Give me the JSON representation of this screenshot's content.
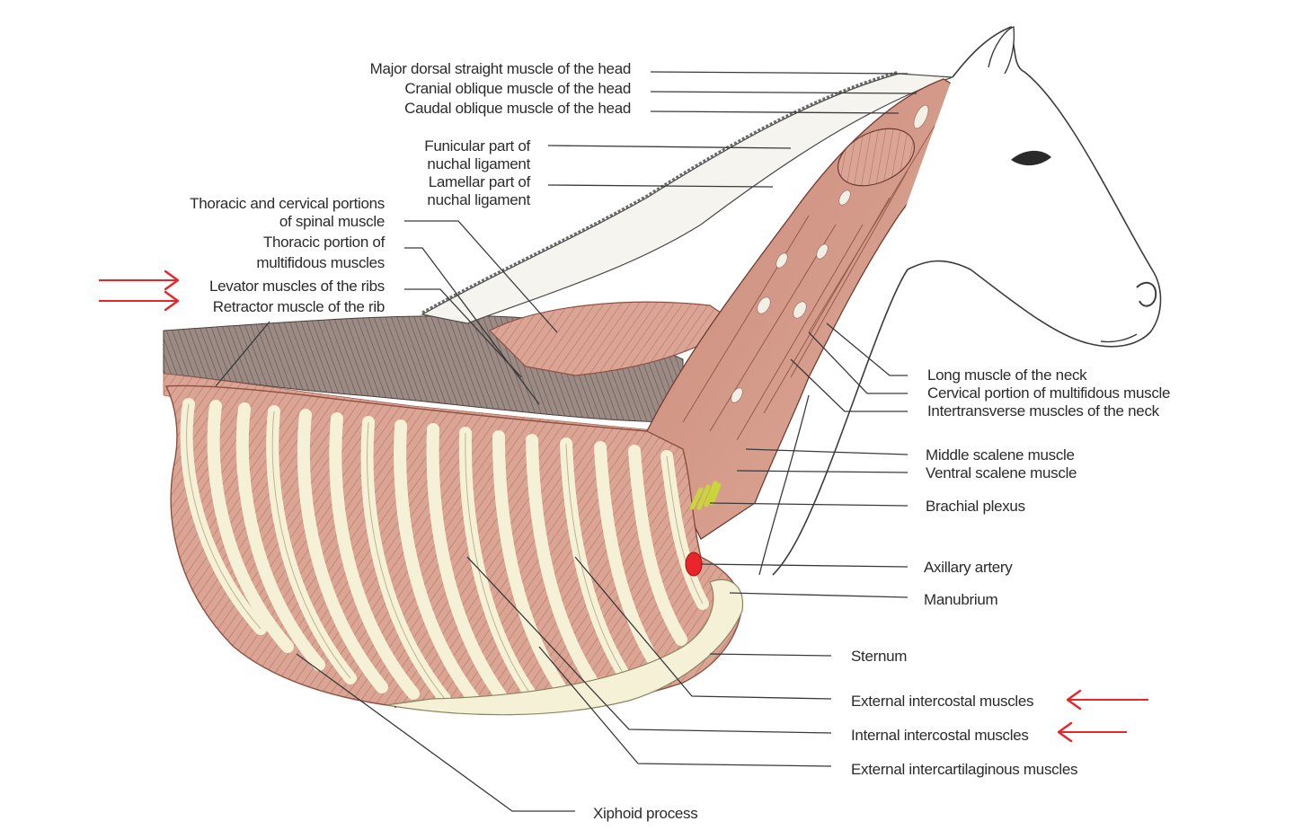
{
  "labels": {
    "major_dorsal": "Major dorsal straight muscle of the head",
    "cranial_oblique": "Cranial oblique muscle of the head",
    "caudal_oblique": "Caudal oblique muscle of the head",
    "funicular_1": "Funicular part of",
    "funicular_2": "nuchal ligament",
    "lamellar_1": "Lamellar part of",
    "lamellar_2": "nuchal ligament",
    "spinal_1": "Thoracic and cervical portions",
    "spinal_2": "of spinal muscle",
    "multifidus_1": "Thoracic portion of",
    "multifidus_2": "multifidous muscles",
    "levator": "Levator muscles of the ribs",
    "retractor": "Retractor muscle of the rib",
    "long_neck": "Long  muscle of the neck",
    "cervical_multifidus": "Cervical portion of multifidous muscle",
    "intertransverse": "Intertransverse muscles of the neck",
    "middle_scalene": "Middle scalene muscle",
    "ventral_scalene": "Ventral scalene muscle",
    "brachial": "Brachial plexus",
    "axillary": "Axillary artery",
    "manubrium": "Manubrium",
    "sternum": "Sternum",
    "ext_intercostal": "External intercostal muscles",
    "int_intercostal": "Internal intercostal muscles",
    "ext_intercartilaginous": "External intercartilaginous muscles",
    "xiphoid": "Xiphoid process"
  },
  "highlighted": [
    "levator",
    "retractor",
    "ext_intercostal",
    "int_intercostal"
  ],
  "colors": {
    "arrow": "#e8262a",
    "muscle": "#d9a08f",
    "muscle_dark": "#b86f5e",
    "bone": "#f4f1d6",
    "brachial_plexus": "#c9d63a",
    "axillary_artery": "#e8262a"
  }
}
